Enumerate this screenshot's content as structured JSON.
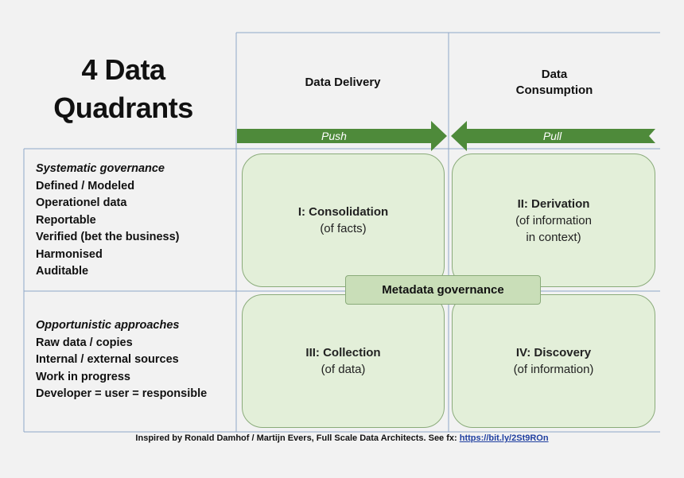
{
  "title_line1": "4 Data",
  "title_line2": "Quadrants",
  "columns": {
    "delivery": "Data Delivery",
    "consumption_line1": "Data",
    "consumption_line2": "Consumption"
  },
  "arrows": {
    "push": "Push",
    "pull": "Pull"
  },
  "rows": {
    "top": {
      "heading": "Systematic governance",
      "items": [
        "Defined / Modeled",
        "Operationel data",
        "Reportable",
        "Verified (bet the business)",
        "Harmonised",
        "Auditable"
      ]
    },
    "bottom": {
      "heading": "Opportunistic approaches",
      "items": [
        "Raw data / copies",
        "Internal / external sources",
        "Work in progress",
        "Developer = user = responsible"
      ]
    }
  },
  "quadrants": {
    "q1": {
      "title": "I: Consolidation",
      "sub": "(of facts)"
    },
    "q2": {
      "title": "II: Derivation",
      "sub": "(of information\nin context)"
    },
    "q3": {
      "title": "III: Collection",
      "sub": "(of data)"
    },
    "q4": {
      "title": "IV: Discovery",
      "sub": "(of information)"
    }
  },
  "metadata_label": "Metadata governance",
  "footer": {
    "text": "Inspired by Ronald Damhof / Martijn Evers, Full Scale Data Architects. See fx: ",
    "link": "https://bit.ly/2St9ROn"
  },
  "colors": {
    "arrow": "#4e8a3a",
    "quadrant_fill": "#e3efd9",
    "metadata_fill": "#c9deb8",
    "grid_line": "#8fa8c8"
  }
}
